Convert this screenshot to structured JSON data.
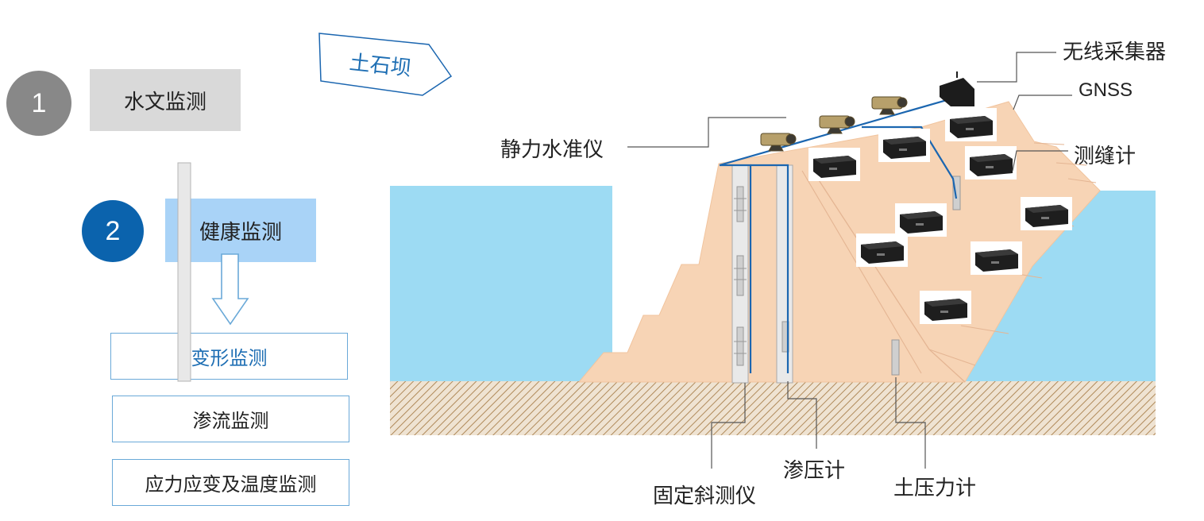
{
  "steps": [
    {
      "number": "1",
      "label": "水文监测",
      "circle_color": "#888888",
      "box_color": "#d9d9d9"
    },
    {
      "number": "2",
      "label": "健康监测",
      "circle_color": "#0b63ad",
      "box_color": "#a9d3f7"
    }
  ],
  "sub_items": [
    {
      "label": "变形监测",
      "color": "#1f6fb4"
    },
    {
      "label": "渗流监测",
      "color": "#222222"
    },
    {
      "label": "应力应变及温度监测",
      "color": "#222222"
    }
  ],
  "dam_tag": "土石坝",
  "callouts": {
    "wireless_collector": "无线采集器",
    "gnss": "GNSS",
    "hydrostatic_level": "静力水准仪",
    "crack_meter": "测缝计",
    "fixed_inclinometer": "固定斜测仪",
    "piezometer": "渗压计",
    "earth_pressure_cell": "土压力计"
  },
  "colors": {
    "water": "#9ddbf3",
    "dam_body": "#f7d4b5",
    "ground": "#e9dccb",
    "hatch": "#b08a5a",
    "cable": "#1b66b0",
    "accent": "#0b63ad"
  },
  "icons": {
    "arrow": "hollow-down-arrow-icon",
    "tag": "pentagon-tag-icon",
    "device": "data-logger-icon",
    "level": "level-instrument-icon"
  }
}
